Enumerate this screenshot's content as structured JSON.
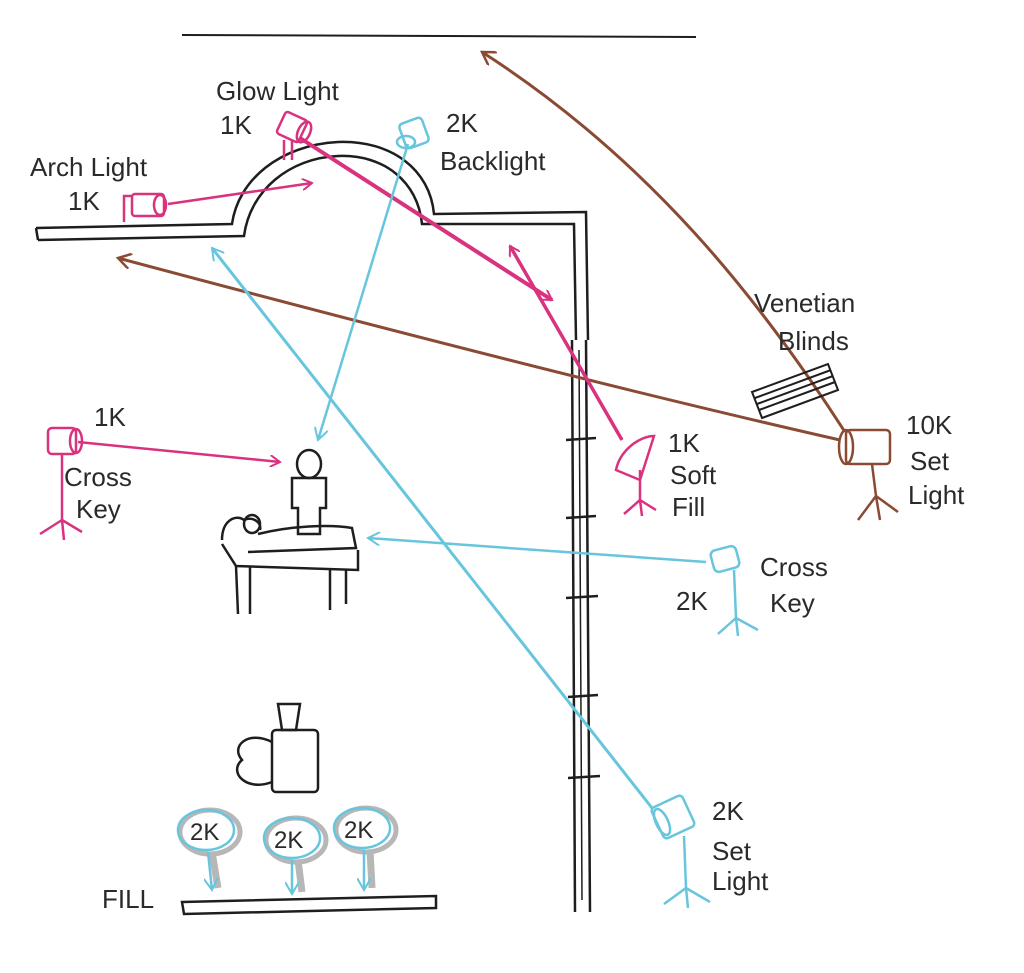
{
  "colors": {
    "magenta": "#d9327f",
    "cyan": "#67c5dd",
    "brown": "#8a4a33",
    "ink": "#1e1e1e",
    "text": "#2a2a2a"
  },
  "labels": {
    "glow_light": "Glow Light",
    "glow_light_power": "1K",
    "backlight_power": "2K",
    "backlight": "Backlight",
    "arch_light": "Arch Light",
    "arch_light_power": "1K",
    "venetian": "Venetian",
    "blinds": "Blinds",
    "cross_key_left_power": "1K",
    "cross_key_left_line1": "Cross",
    "cross_key_left_line2": "Key",
    "soft_fill_power": "1K",
    "soft_fill_line1": "Soft",
    "soft_fill_line2": "Fill",
    "set_light_10k_power": "10K",
    "set_light_10k_line1": "Set",
    "set_light_10k_line2": "Light",
    "cross_key_right_power": "2K",
    "cross_key_right_line1": "Cross",
    "cross_key_right_line2": "Key",
    "set_light_2k_power": "2K",
    "set_light_2k_line1": "Set",
    "set_light_2k_line2": "Light",
    "fill": "FILL",
    "fill_unit_1": "2K",
    "fill_unit_2": "2K",
    "fill_unit_3": "2K"
  }
}
